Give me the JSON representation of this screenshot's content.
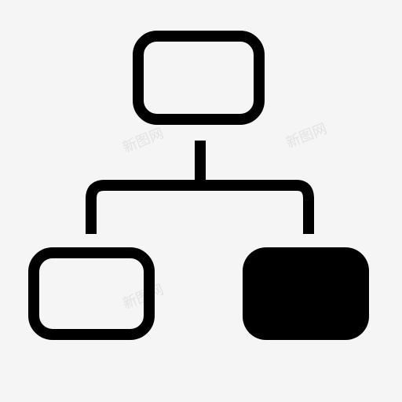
{
  "icon": {
    "name": "org-chart-hierarchy-icon",
    "stroke_color": "#000000",
    "background_color": "#f5f5f5"
  },
  "watermarks": [
    {
      "text": "新图网"
    },
    {
      "text": "新图网"
    },
    {
      "text": "新图网"
    },
    {
      "text": "新图网"
    }
  ]
}
